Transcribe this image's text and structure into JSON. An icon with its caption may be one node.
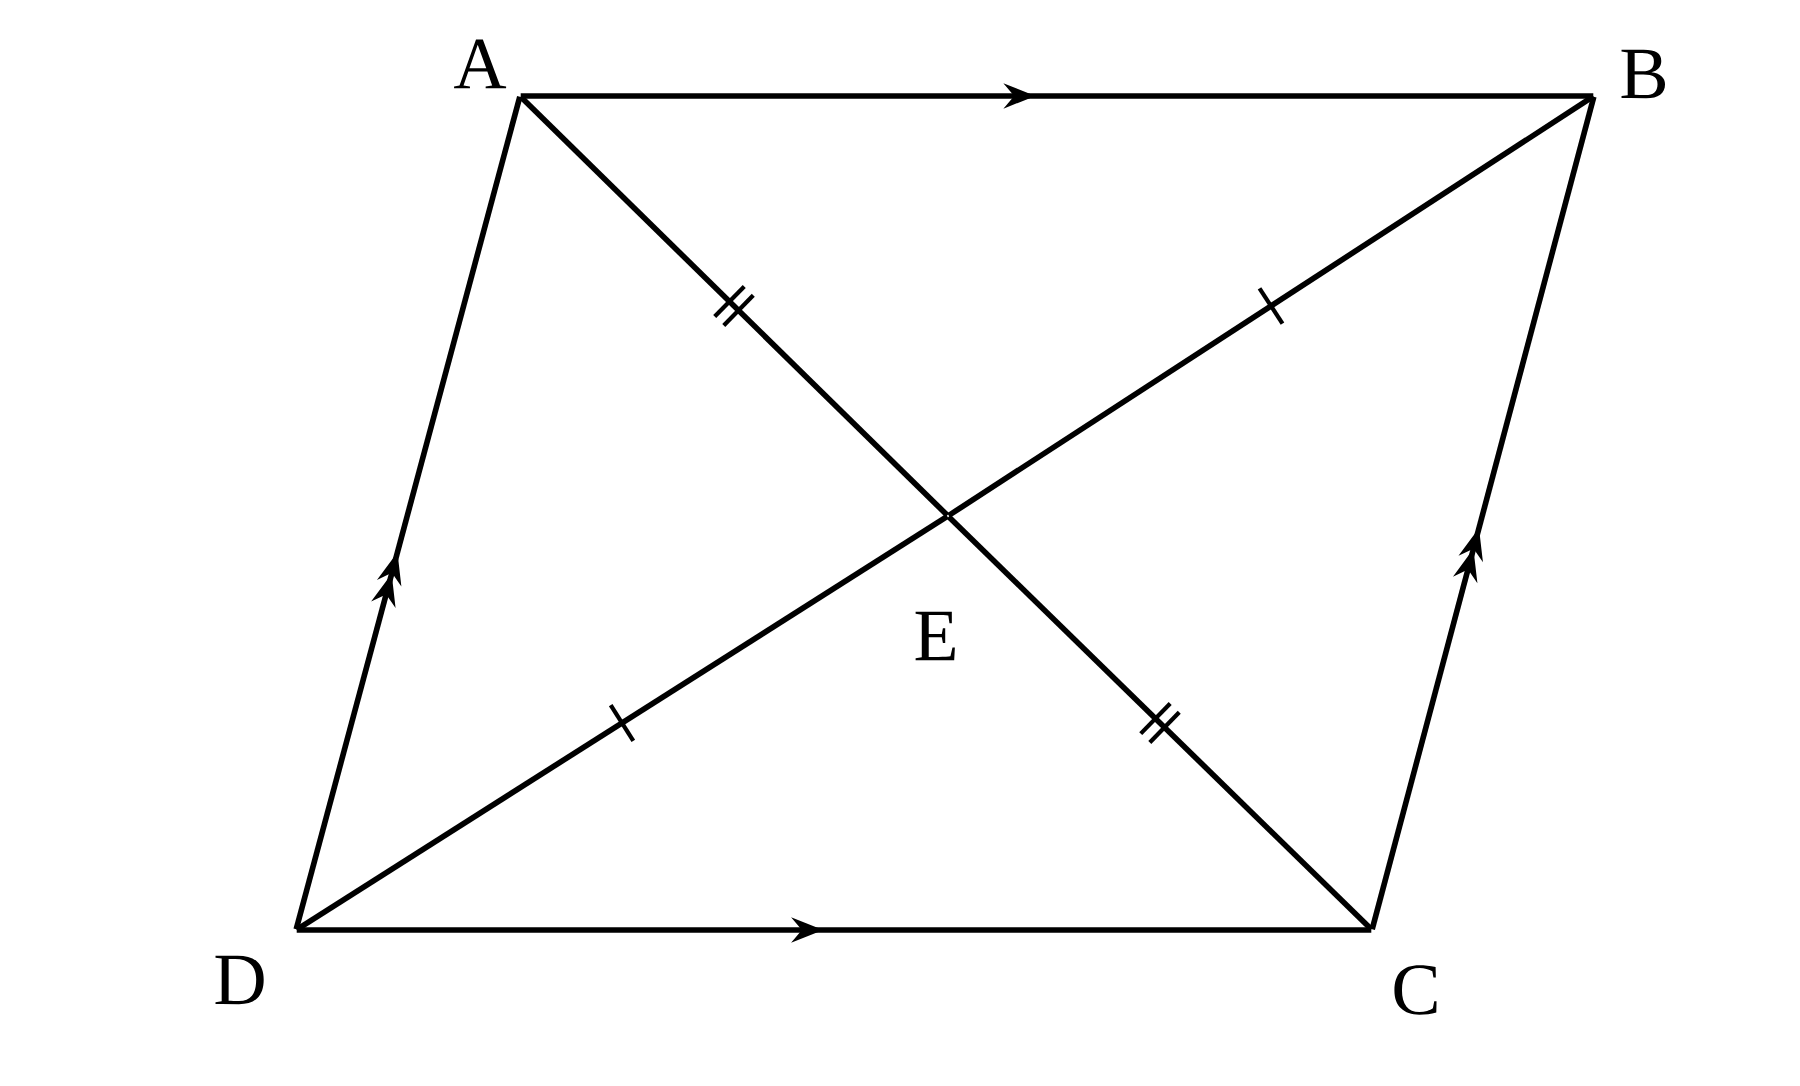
{
  "diagram": {
    "nodes": [
      {
        "text": [
          "A"
        ]
      },
      {
        "text": [
          "B"
        ]
      },
      {
        "text": [
          "C"
        ]
      },
      {
        "text": [
          "D"
        ]
      },
      {
        "text": [
          "E"
        ]
      }
    ],
    "edges": [
      {
        "from": 0,
        "to": 1,
        "arrow": "to"
      },
      {
        "from": 3,
        "to": 2,
        "arrow": "to"
      },
      {
        "from": 3,
        "to": 0,
        "arrow": "to"
      },
      {
        "from": 2,
        "to": 1,
        "arrow": "to"
      },
      {
        "from": 0,
        "to": 4,
        "arrow": "none"
      },
      {
        "from": 4,
        "to": 2,
        "arrow": "none"
      },
      {
        "from": 3,
        "to": 4,
        "arrow": "none"
      },
      {
        "from": 4,
        "to": 1,
        "arrow": "none"
      }
    ]
  }
}
